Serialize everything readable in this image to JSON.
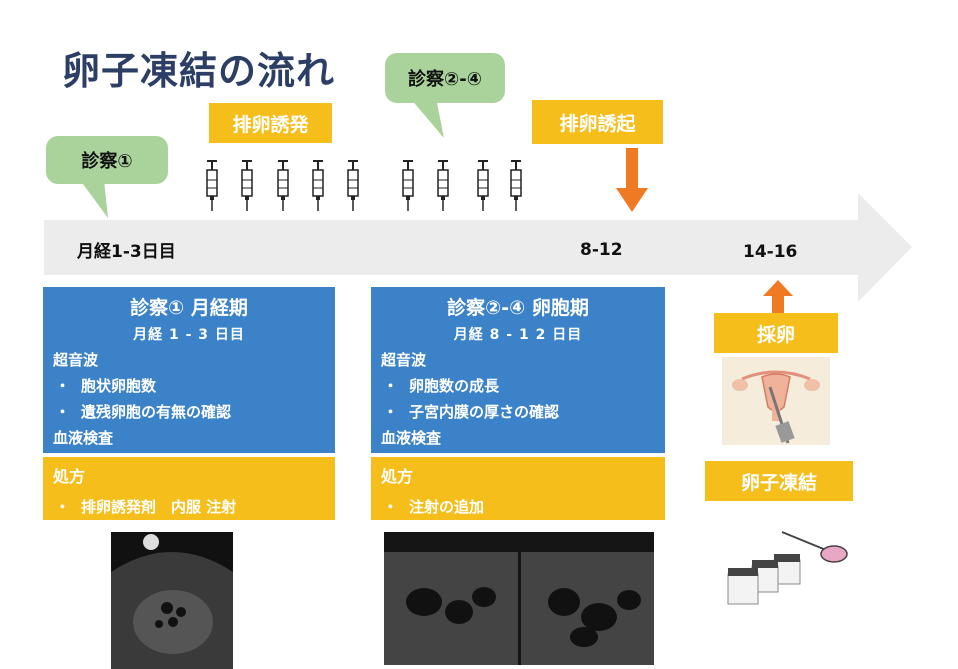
{
  "title": "卵子凍結の流れ",
  "callouts": {
    "exam1": "診察①",
    "exam2": "診察②-④"
  },
  "labels": {
    "ovulation_induction": "排卵誘発",
    "ovulation_trigger": "排卵誘起",
    "egg_retrieval": "採卵",
    "egg_freezing": "卵子凍結"
  },
  "timeline": {
    "day1": "月経1-3日目",
    "day2": "8-12",
    "day3": "14-16"
  },
  "panel1": {
    "heading": "診察① 月経期",
    "sub": "月経 1 - 3 日目",
    "section1": "超音波",
    "items1": [
      "胞状卵胞数",
      "遺残卵胞の有無の確認"
    ],
    "section2": "血液検査",
    "rx_title": "処方",
    "rx_item": "排卵誘発剤　内服 注射"
  },
  "panel2": {
    "heading": "診察②-④ 卵胞期",
    "sub": "月経 8 - 1 2 日目",
    "section1": "超音波",
    "items1": [
      "卵胞数の成長",
      "子宮内膜の厚さの確認"
    ],
    "section2": "血液検査",
    "rx_title": "処方",
    "rx_item": "注射の追加"
  },
  "bullet": "・",
  "colors": {
    "title": "#2c3e66",
    "green": "#a9d39a",
    "yellow": "#f5be1b",
    "blue": "#3b82c9",
    "orange": "#f07a24",
    "arrow": "#ececec"
  },
  "icons": [
    "syringe-icon",
    "uterus-icon",
    "ultrasound-image",
    "cryo-vial-icon",
    "loop-tool-icon"
  ],
  "syringe_count": 9
}
